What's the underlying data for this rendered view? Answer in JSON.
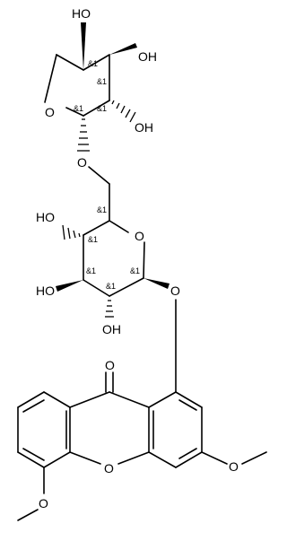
{
  "molecule": {
    "atom_labels": {
      "oh_xylose_c4": "HO",
      "oh_xylose_c3": "OH",
      "ring_o_xylose": "O",
      "oh_xylose_c2": "OH",
      "glycosidic_o_6": "O",
      "oh_glucose_c4": "HO",
      "ring_o_glucose": "O",
      "oh_glucose_c3": "HO",
      "glycosidic_o_1": "O",
      "oh_glucose_c2": "OH",
      "carbonyl_o": "O",
      "ring_o_xanthone": "O",
      "methoxy_o_3": "O",
      "methoxy_o_5": "O"
    },
    "stereo_labels": {
      "xyl_c4": "&1",
      "xyl_c3": "&1",
      "xyl_c1": "&1",
      "xyl_c2": "&1",
      "glc_c5": "&1",
      "glc_c4": "&1",
      "glc_c3": "&1",
      "glc_c1": "&1",
      "glc_c2": "&1"
    }
  }
}
